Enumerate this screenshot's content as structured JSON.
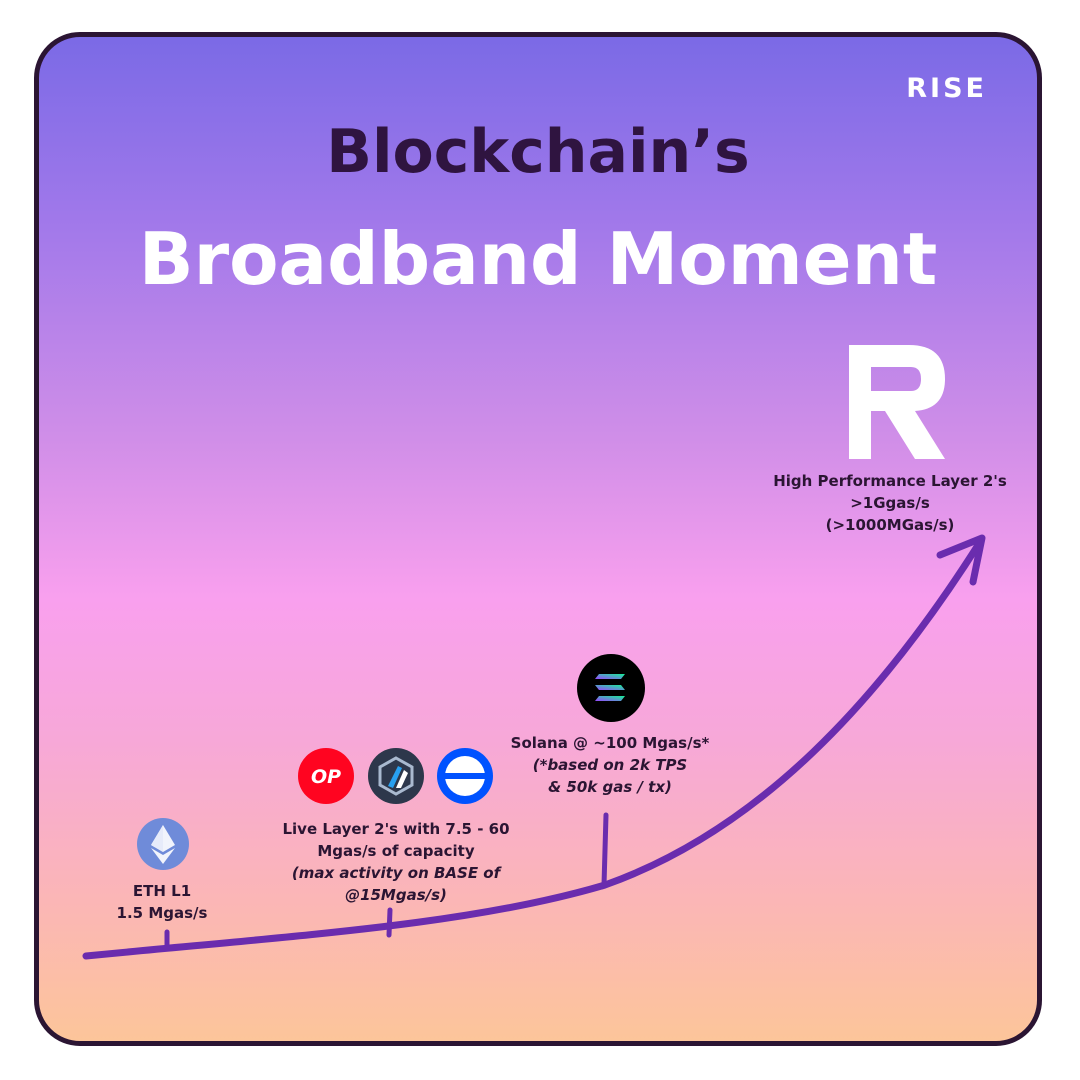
{
  "brand": {
    "name": "RISE"
  },
  "title": {
    "line1": "Blockchain’s",
    "line2": "Broadband Moment"
  },
  "milestones": {
    "eth": {
      "line1": "ETH L1",
      "line2": "1.5 Mgas/s",
      "icon": "ethereum-icon"
    },
    "l2": {
      "line1": "Live Layer 2's with 7.5 - 60",
      "line2": "Mgas/s of capacity",
      "note1": "(max activity on BASE of",
      "note2": "@15Mgas/s)",
      "op_logo_text": "OP",
      "icons": [
        "optimism-icon",
        "arbitrum-icon",
        "base-icon"
      ]
    },
    "solana": {
      "line1": "Solana @ ~100 Mgas/s*",
      "note1": "(*based on 2k TPS",
      "note2": "& 50k gas / tx)",
      "icon": "solana-icon"
    },
    "rise": {
      "line1": "High Performance Layer 2's",
      "line2": ">1Ggas/s",
      "line3": "(>1000MGas/s)",
      "icon": "rise-r-icon"
    }
  },
  "colors": {
    "curve": "#6a2cae",
    "title_dark": "#2f1440",
    "border": "#2b1533",
    "optimism": "#ff0420",
    "arbitrum": "#2d374b",
    "base": "#0052ff",
    "solana_bg": "#000000"
  }
}
